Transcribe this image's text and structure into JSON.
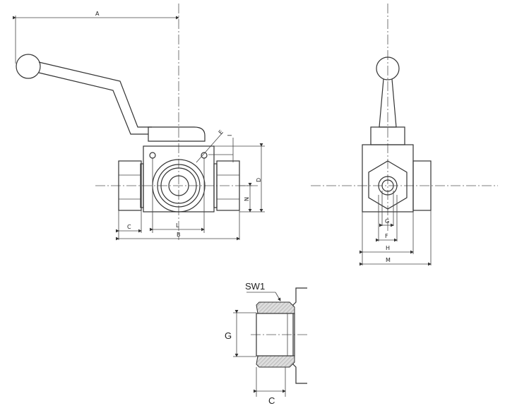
{
  "front_view": {
    "labels": {
      "A": "A",
      "B": "B",
      "C": "C",
      "L": "L",
      "D": "D",
      "N": "N",
      "E": "E",
      "I": "I"
    }
  },
  "side_view": {
    "labels": {
      "G": "G",
      "F": "F",
      "H": "H",
      "M": "M"
    }
  },
  "section_view": {
    "labels": {
      "SW1": "SW1",
      "G": "G",
      "C": "C"
    }
  }
}
